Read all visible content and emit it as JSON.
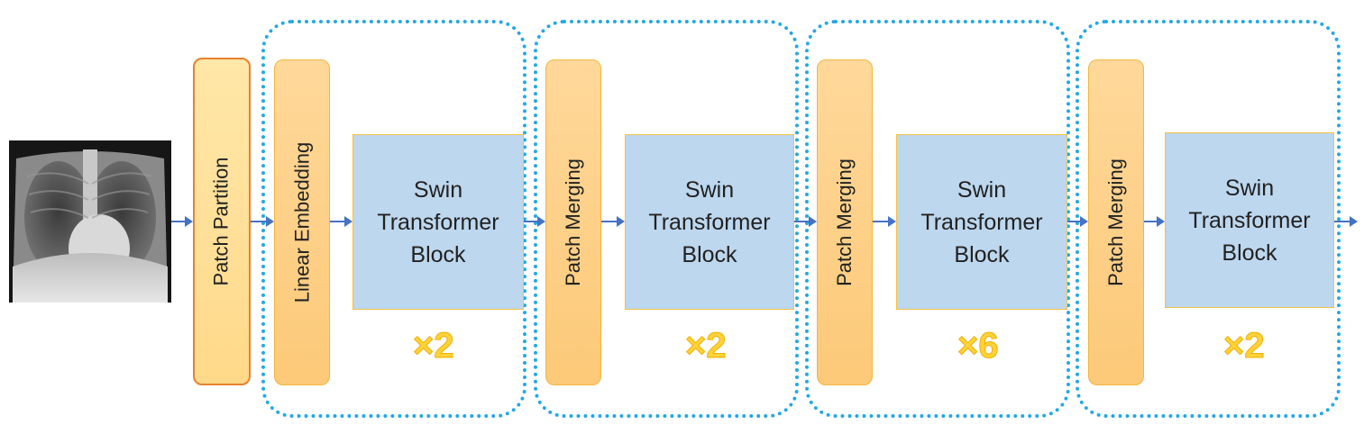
{
  "input": {
    "image_alt": "Chest X-ray"
  },
  "patch_partition": {
    "label": "Patch Partition"
  },
  "stages": [
    {
      "first_label": "Linear Embedding",
      "block_lines": [
        "Swin",
        "Transformer",
        "Block"
      ],
      "multiplier": "×2"
    },
    {
      "first_label": "Patch Merging",
      "block_lines": [
        "Swin",
        "Transformer",
        "Block"
      ],
      "multiplier": "×2"
    },
    {
      "first_label": "Patch Merging",
      "block_lines": [
        "Swin",
        "Transformer",
        "Block"
      ],
      "multiplier": "×6"
    },
    {
      "first_label": "Patch Merging",
      "block_lines": [
        "Swin",
        "Transformer",
        "Block"
      ],
      "multiplier": "×2"
    }
  ],
  "colors": {
    "stage_border": "#23a8e6",
    "arrow": "#4472c4",
    "swin_fill": "#bdd7ee",
    "orange_fill": "#fcc978",
    "partition_border": "#e8812f",
    "multiplier": "#ffd23a"
  }
}
